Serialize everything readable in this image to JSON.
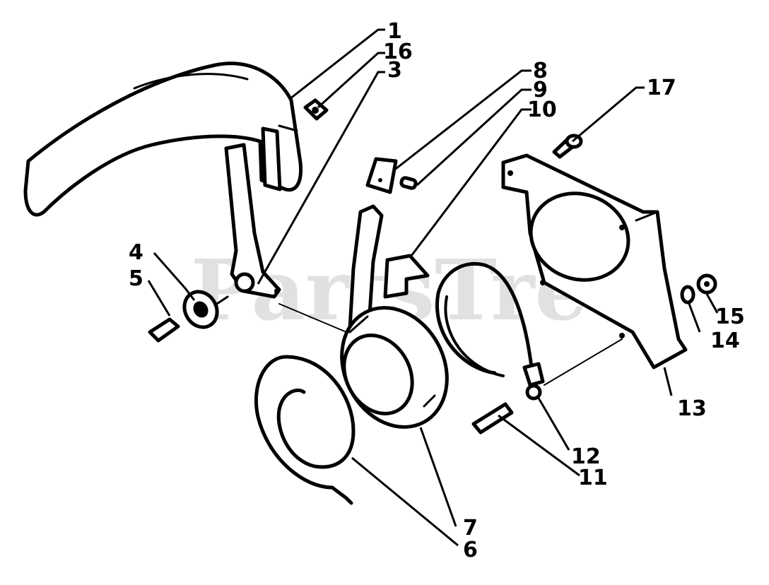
{
  "watermark": {
    "text": "PartsTree",
    "trademark": "™"
  },
  "callouts": {
    "c1": "1",
    "c16": "16",
    "c3": "3",
    "c8": "8",
    "c9": "9",
    "c10": "10",
    "c17": "17",
    "c4": "4",
    "c5": "5",
    "c15": "15",
    "c14": "14",
    "c13": "13",
    "c12": "12",
    "c11": "11",
    "c7": "7",
    "c6": "6"
  }
}
